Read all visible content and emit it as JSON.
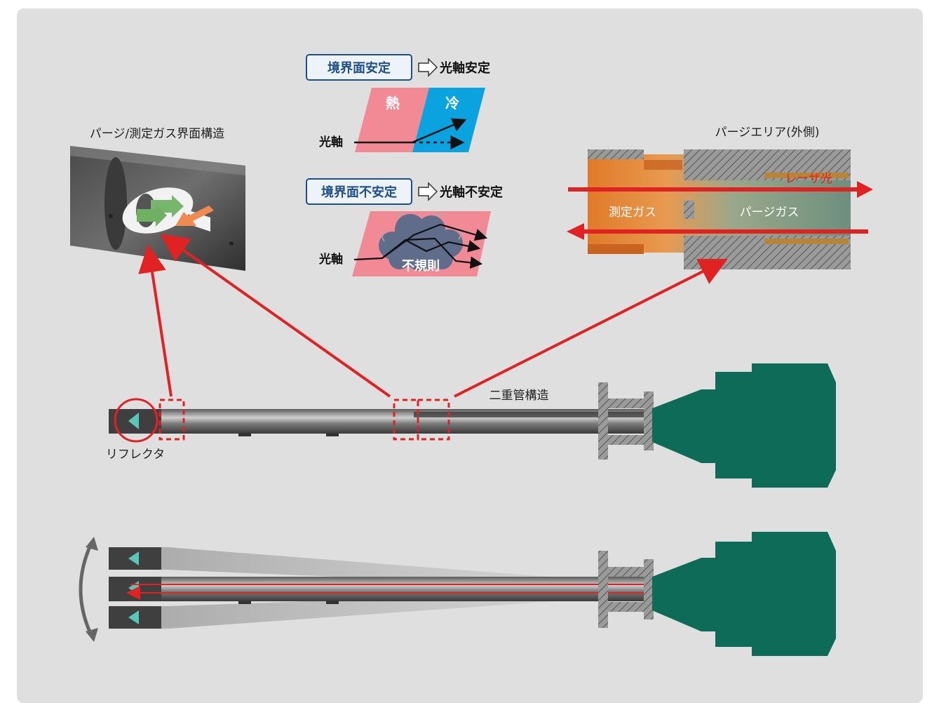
{
  "texts": {
    "stable_box": "境界面安定",
    "stable_result": "光軸安定",
    "hot": "熱",
    "cold": "冷",
    "optical_axis_1": "光軸",
    "unstable_box": "境界面不安定",
    "unstable_result": "光軸不安定",
    "optical_axis_2": "光軸",
    "irregular": "不規則",
    "interface_title": "パージ/測定ガス界面構造",
    "purge_area_title": "パージエリア(外側)",
    "laser_label": "レーザ光",
    "measure_gas": "測定ガス",
    "purge_gas": "パージガス",
    "double_tube": "二重管構造",
    "reflector": "リフレクタ"
  },
  "colors": {
    "background": "#dfdfdf",
    "hot_pink": "#f28a96",
    "cold_blue": "#0aa3e0",
    "accent_red": "#e12222",
    "box_blue": "#1d4f8c",
    "body_green": "#0e6b57"
  }
}
